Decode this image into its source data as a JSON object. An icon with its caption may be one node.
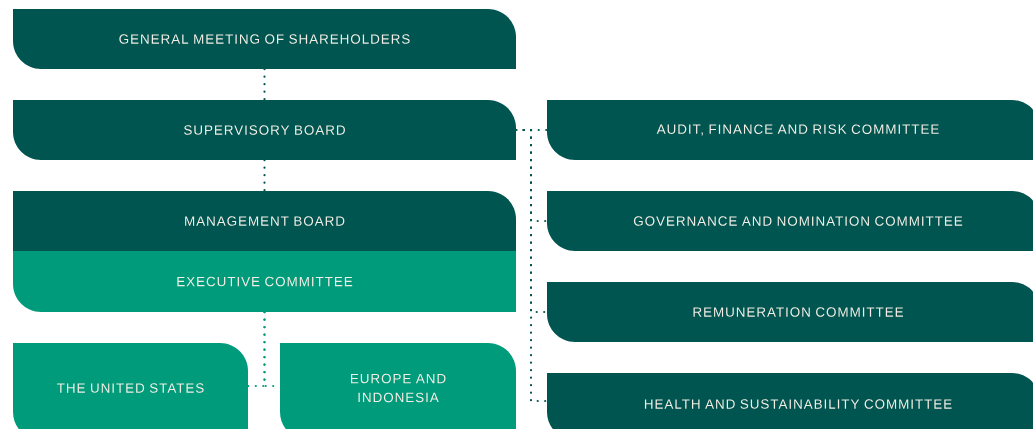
{
  "diagram": {
    "nodes": [
      {
        "text": [
          "GENERAL MEETING OF SHAREHOLDERS"
        ]
      },
      {
        "text": [
          "SUPERVISORY BOARD"
        ]
      },
      {
        "text": [
          "MANAGEMENT BOARD"
        ]
      },
      {
        "text": [
          "EXECUTIVE COMMITTEE"
        ]
      },
      {
        "text": [
          "THE UNITED STATES"
        ]
      },
      {
        "text": [
          "EUROPE AND INDONESIA"
        ]
      },
      {
        "text": [
          "AUDIT, FINANCE AND RISK COMMITTEE"
        ]
      },
      {
        "text": [
          "GOVERNANCE AND NOMINATION COMMITTEE"
        ]
      },
      {
        "text": [
          "REMUNERATION COMMITTEE"
        ]
      },
      {
        "text": [
          "HEALTH AND SUSTAINABILITY COMMITTEE"
        ]
      }
    ],
    "edges": [
      {
        "from": 0,
        "to": 1,
        "arrow": "none"
      },
      {
        "from": 1,
        "to": 2,
        "arrow": "none"
      },
      {
        "from": 1,
        "to": 6,
        "arrow": "none"
      },
      {
        "from": 1,
        "to": 7,
        "arrow": "none"
      },
      {
        "from": 1,
        "to": 8,
        "arrow": "none"
      },
      {
        "from": 1,
        "to": 9,
        "arrow": "none"
      },
      {
        "from": 3,
        "to": 4,
        "arrow": "none",
        "color": "#009b7a"
      },
      {
        "from": 3,
        "to": 5,
        "arrow": "none",
        "color": "#009b7a"
      }
    ]
  }
}
